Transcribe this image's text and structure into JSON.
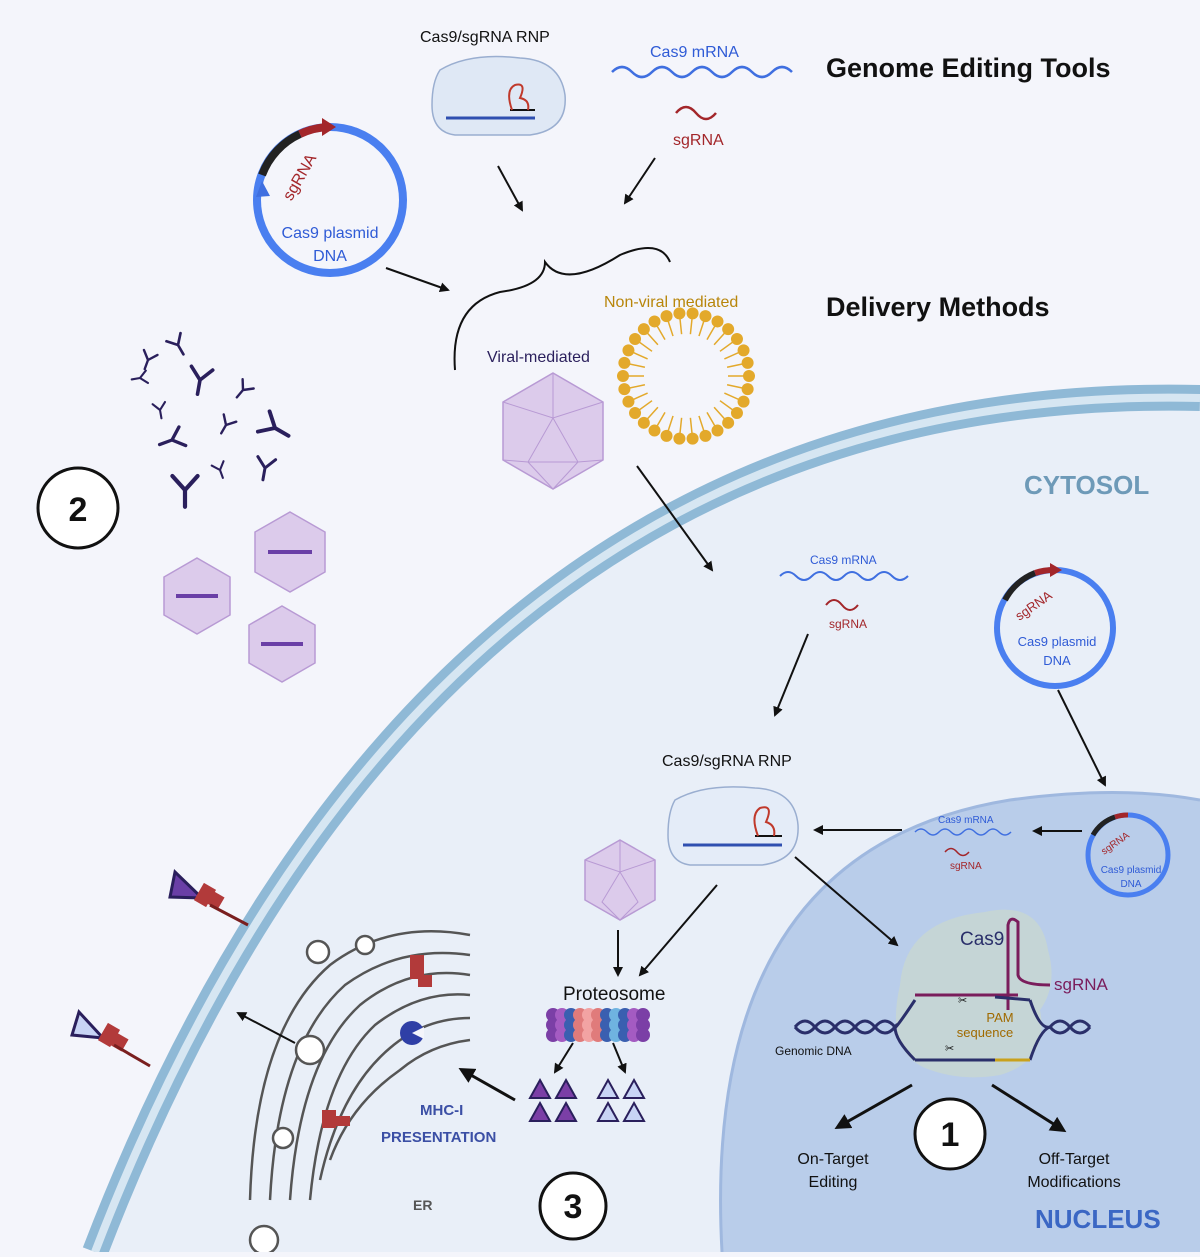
{
  "headings": {
    "tools": "Genome Editing Tools",
    "delivery": "Delivery Methods"
  },
  "tools": {
    "rnp": "Cas9/sgRNA RNP",
    "mrna": "Cas9 mRNA",
    "sgrna": "sgRNA",
    "plasmid_sgrna": "sgRNA",
    "plasmid_line1": "Cas9 plasmid",
    "plasmid_line2": "DNA"
  },
  "delivery": {
    "nonviral": "Non-viral mediated",
    "viral": "Viral-mediated"
  },
  "regions": {
    "cytosol": "CYTOSOL",
    "nucleus": "NUCLEUS",
    "er": "ER"
  },
  "cytosol": {
    "mrna": "Cas9 mRNA",
    "sgrna": "sgRNA",
    "plasmid_sgrna": "sgRNA",
    "plasmid_line1": "Cas9 plasmid",
    "plasmid_line2": "DNA",
    "rnp": "Cas9/sgRNA RNP",
    "proteosome": "Proteosome",
    "mhc_line1": "MHC-I",
    "mhc_line2": "PRESENTATION"
  },
  "nucleus": {
    "mrna": "Cas9 mRNA",
    "sgrna": "sgRNA",
    "plasmid_sgrna": "sgRNA",
    "plasmid_line1": "Cas9 plasmid",
    "plasmid_line2": "DNA",
    "cas9": "Cas9",
    "guide": "sgRNA",
    "pam_line1": "PAM",
    "pam_line2": "sequence",
    "genomic": "Genomic DNA",
    "ontarget_line1": "On-Target",
    "ontarget_line2": "Editing",
    "offtarget_line1": "Off-Target",
    "offtarget_line2": "Modifications"
  },
  "numbers": {
    "n1": "1",
    "n2": "2",
    "n3": "3"
  },
  "colors": {
    "background": "#f4f5fb",
    "cytosol": "#e9eff8",
    "membrane": "#8fb9d6",
    "nucleus": "#b9cdea",
    "plasmid": "#4a7ff0",
    "rna_blue": "#3f6fe0",
    "rna_red": "#a3262a",
    "capsid": "#d8c3ea",
    "lipid": "#e3a92b",
    "antibody": "#2a1f5c",
    "antigen_purple": "#6a3fa6",
    "antigen_light": "#c8d4f5",
    "mhc": "#b23a3a",
    "region_text": "#6e9ab8",
    "nucleus_text": "#3b67c4",
    "mhc_text": "#3b4fa5"
  }
}
